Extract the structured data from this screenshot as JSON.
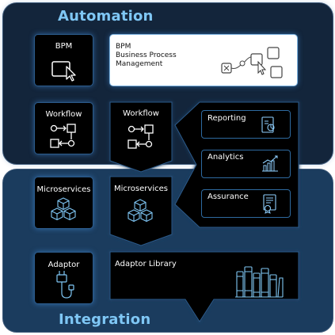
{
  "sections": {
    "automation": "Automation",
    "integration": "Integration"
  },
  "cards": {
    "bpm": "BPM",
    "bpm_detail": {
      "line1": "BPM",
      "line2": "Business Process",
      "line3": "Management"
    },
    "workflow_1": "Workflow",
    "workflow_2": "Workflow",
    "microservices_1": "Microservices",
    "microservices_2": "Microservices",
    "adaptor": "Adaptor",
    "adaptor_library": "Adaptor Library"
  },
  "side_items": {
    "reporting": "Reporting",
    "analytics": "Analytics",
    "assurance": "Assurance"
  },
  "colors": {
    "automation_bg": "#13253b",
    "integration_bg": "#1b3c5e",
    "title": "#7fc7f5",
    "card_glow": "#2b5a8a",
    "card_bg": "#000000"
  },
  "icons": [
    "cursor-window-icon",
    "process-boxes-icon",
    "workflow-icon",
    "cubes-icon",
    "plug-icon",
    "books-icon",
    "report-icon",
    "analytics-chart-icon",
    "assurance-doc-icon"
  ]
}
